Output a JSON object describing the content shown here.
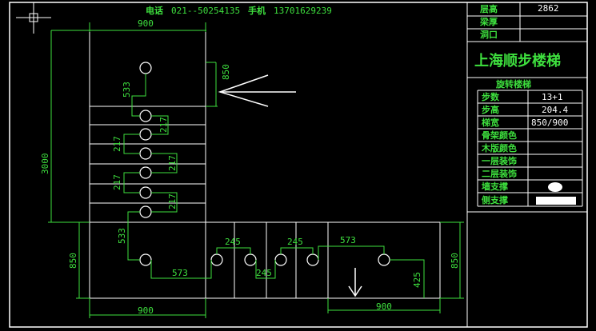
{
  "header": {
    "phone_label": "电话",
    "phone": "021--50254135",
    "mobile_label": "手机",
    "mobile": "13701629239"
  },
  "dimensions": {
    "top_width": "900",
    "height_850_right": "850",
    "height_533_top": "533",
    "step_217_a": "217",
    "step_217_b": "217",
    "step_217_c": "217",
    "step_217_d": "217",
    "step_217_e": "217",
    "total_3000": "3000",
    "height_533_bottom": "533",
    "height_850_left": "850",
    "bottom_width_left": "900",
    "run_245_a": "245",
    "run_245_b": "245",
    "run_245_c": "245",
    "run_573_left": "573",
    "run_573_right": "573",
    "height_425": "425",
    "height_850_far_right": "850",
    "bottom_width_right": "900"
  },
  "info_panel": {
    "rows": [
      {
        "label": "层高",
        "value": "2862"
      },
      {
        "label": "梁厚",
        "value": ""
      },
      {
        "label": "洞口",
        "value": ""
      }
    ],
    "company": "上海顺步楼梯",
    "type": "旋转楼梯",
    "specs": [
      {
        "label": "步数",
        "value": "13+1"
      },
      {
        "label": "步高",
        "value": "204.4"
      },
      {
        "label": "梯宽",
        "value": "850/900"
      },
      {
        "label": "骨架颜色",
        "value": ""
      },
      {
        "label": "木版颜色",
        "value": ""
      },
      {
        "label": "一层装饰",
        "value": ""
      },
      {
        "label": "二层装饰",
        "value": ""
      },
      {
        "label": "墙支撑",
        "value": ""
      },
      {
        "label": "侧支撑",
        "value": ""
      }
    ]
  },
  "colors": {
    "background": "#000000",
    "lines": "#ffffff",
    "dimensions": "#3ee03e",
    "title": "#3ee03e"
  },
  "icons": [
    "crosshair-cursor-icon",
    "up-arrow-icon",
    "down-arrow-icon"
  ]
}
